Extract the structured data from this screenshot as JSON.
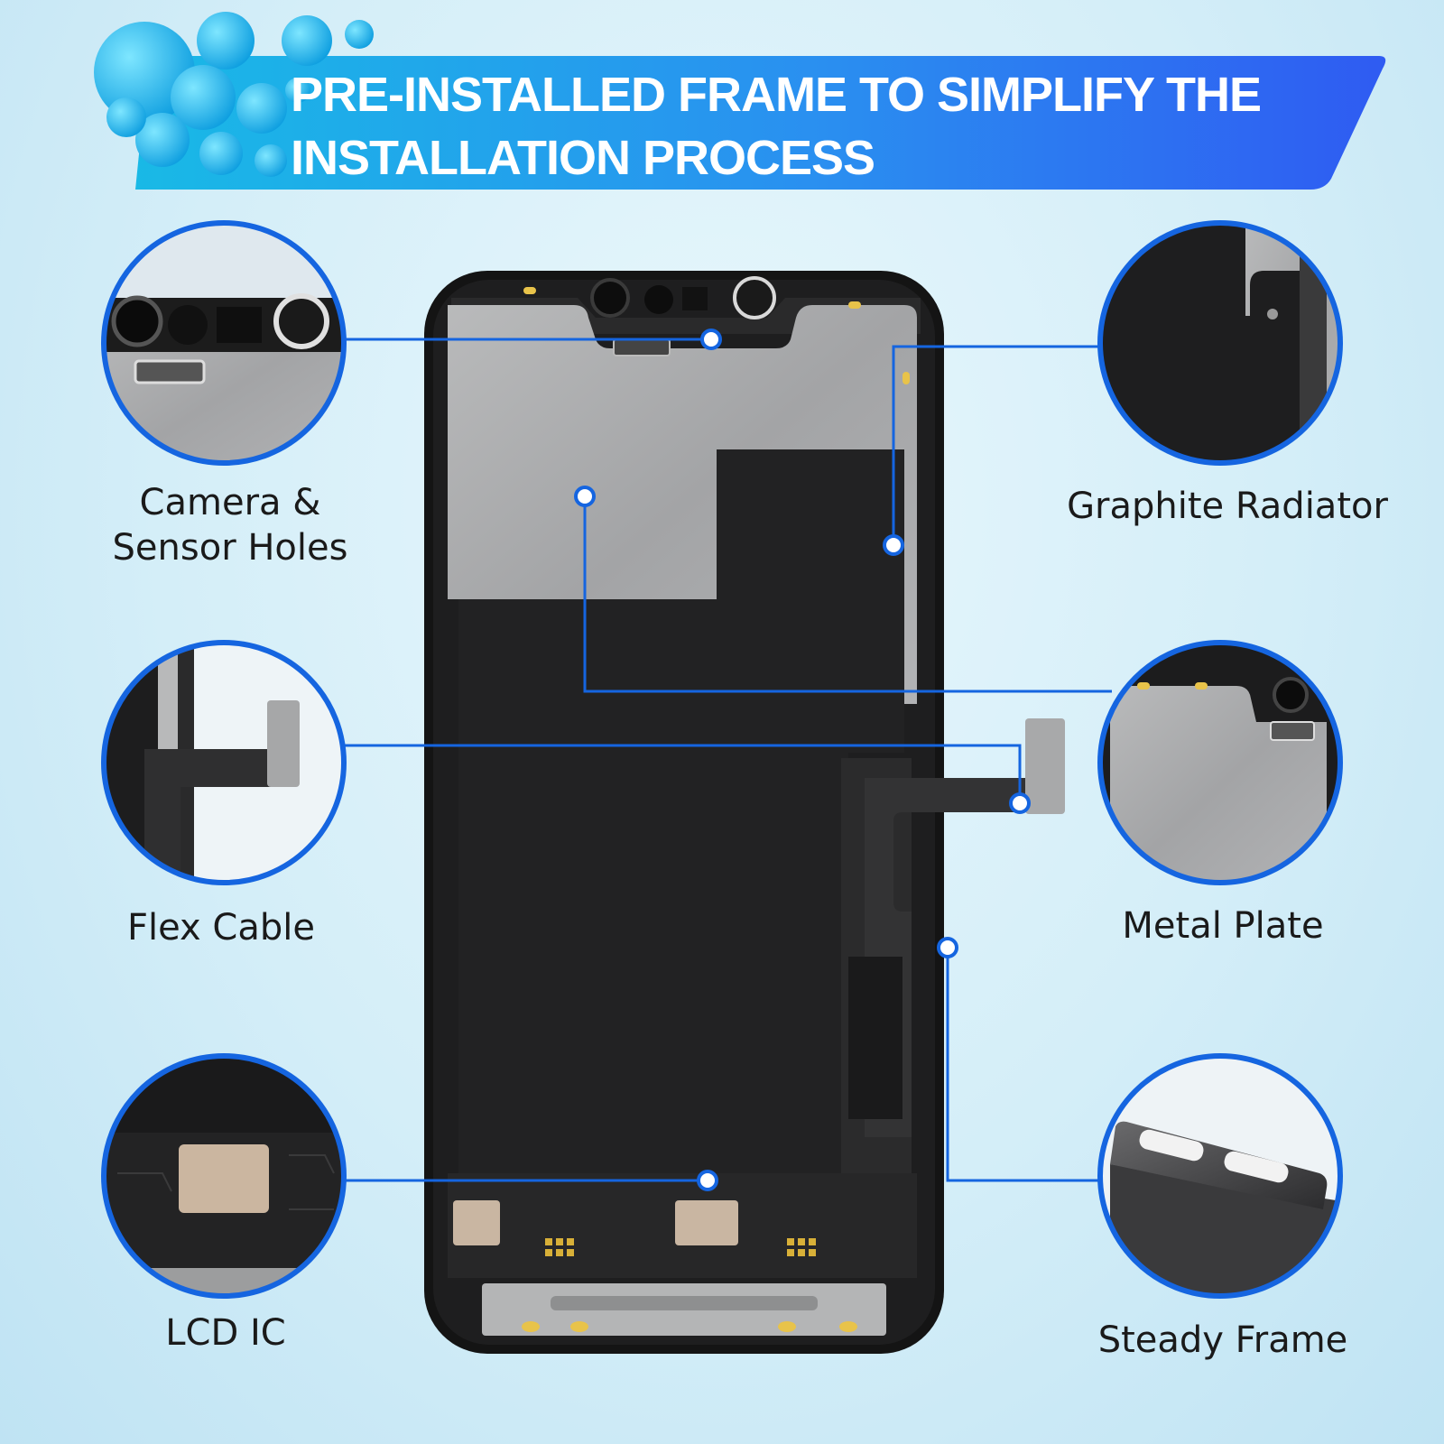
{
  "banner": {
    "title_line1": "PRE-INSTALLED FRAME TO SIMPLIFY THE",
    "title_line2": "INSTALLATION PROCESS"
  },
  "callouts": {
    "camera_sensor_holes": {
      "line1": "Camera &",
      "line2": "Sensor Holes"
    },
    "graphite_radiator": "Graphite Radiator",
    "flex_cable": "Flex Cable",
    "metal_plate": "Metal Plate",
    "lcd_ic": "LCD IC",
    "steady_frame": "Steady Frame"
  },
  "colors": {
    "accent_blue": "#1565e0",
    "banner_gradient_start": "#1fb3e8",
    "banner_gradient_end": "#2c5ef0",
    "label_text": "#1a1a1a",
    "metal_grey": "#a9aaab",
    "graphite_black": "#222222"
  }
}
